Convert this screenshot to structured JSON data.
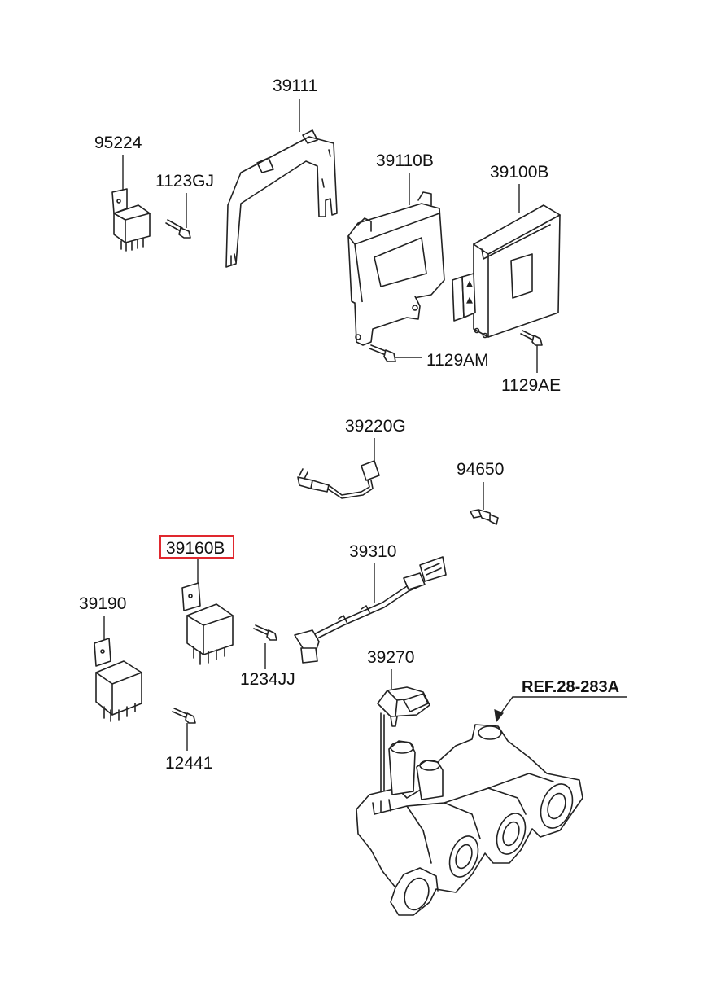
{
  "parts": {
    "p95224": "95224",
    "p1123GJ": "1123GJ",
    "p39111": "39111",
    "p39110B": "39110B",
    "p39100B": "39100B",
    "p1129AM": "1129AM",
    "p1129AE": "1129AE",
    "p39220G": "39220G",
    "p94650": "94650",
    "p39160B": "39160B",
    "p39310": "39310",
    "p39190": "39190",
    "p1234JJ": "1234JJ",
    "p39270": "39270",
    "p12441": "12441",
    "ref": "REF.28-283A"
  },
  "highlight": {
    "part": "39160B",
    "color": "#e0282e"
  }
}
